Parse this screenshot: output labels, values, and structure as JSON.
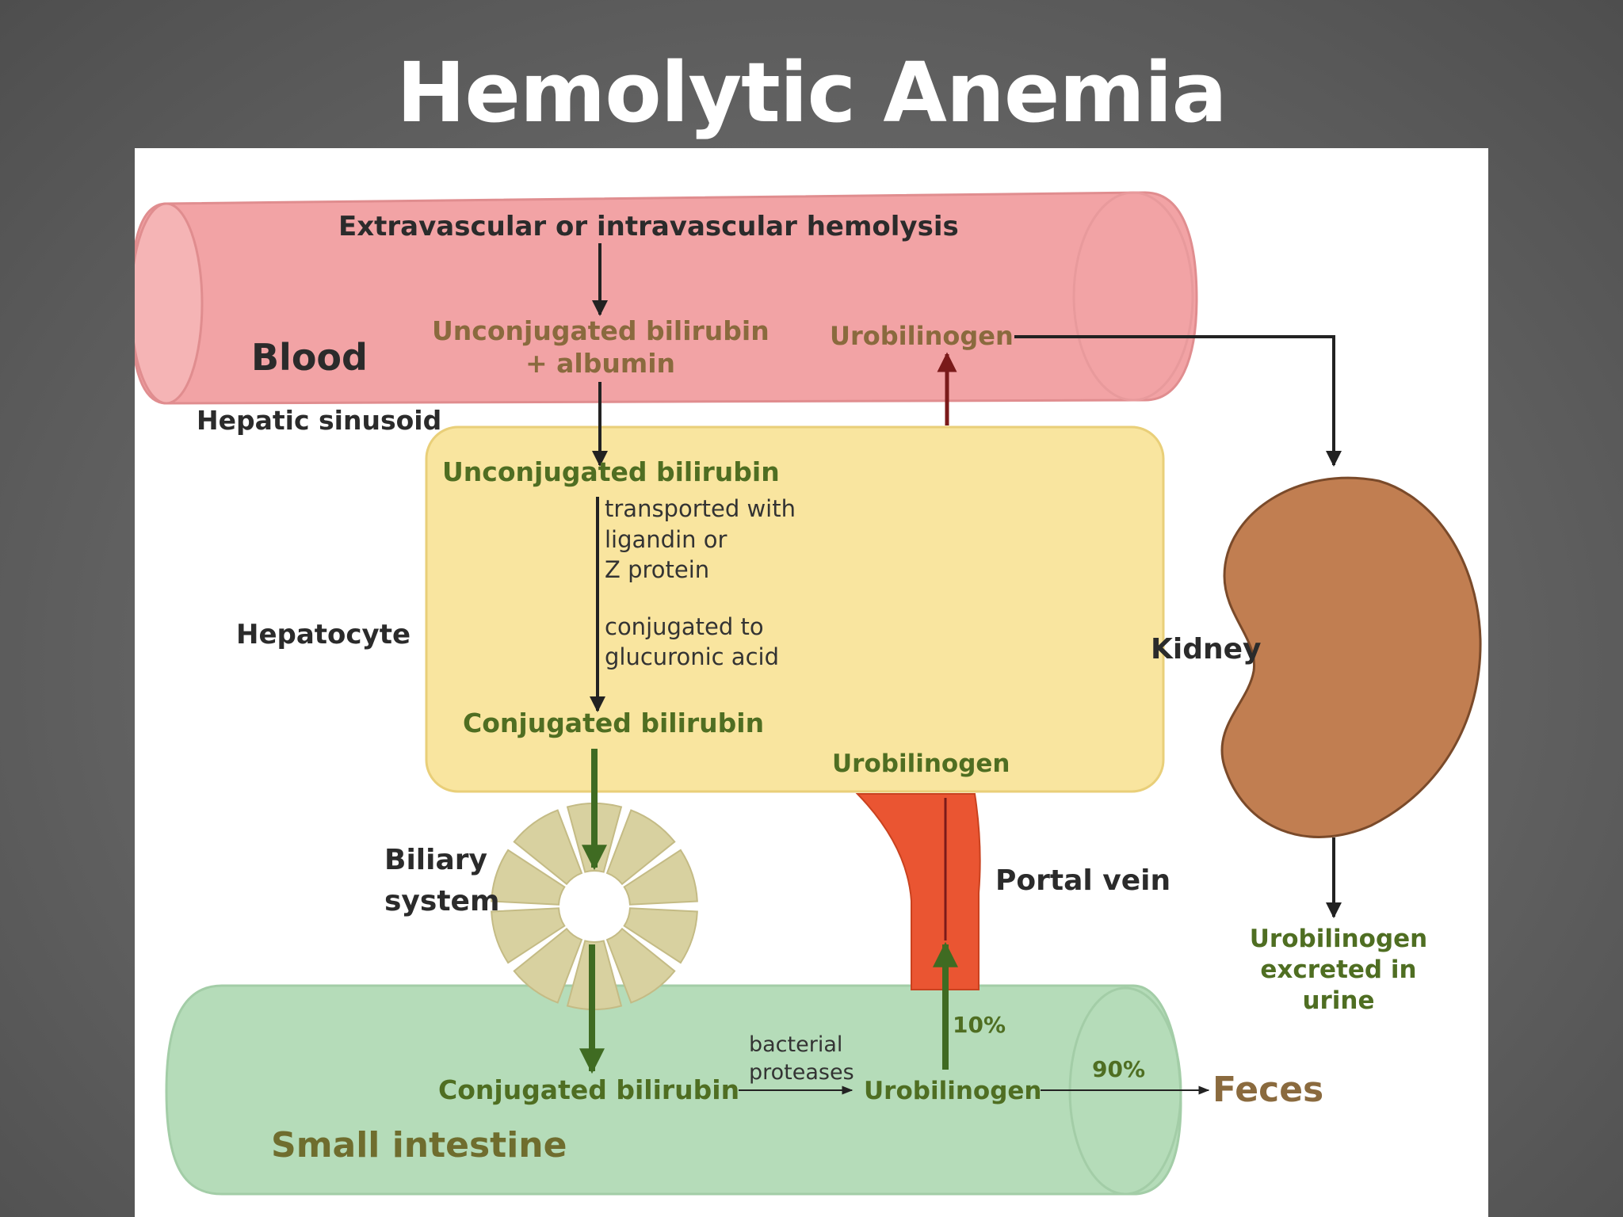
{
  "title": "Hemolytic Anemia",
  "labels": {
    "hemolysis": "Extravascular or intravascular hemolysis",
    "blood": "Blood",
    "blood_unconj_line1": "Unconjugated bilirubin",
    "blood_unconj_line2": "+ albumin",
    "blood_urobilinogen": "Urobilinogen",
    "hepatic_sinusoid": "Hepatic sinusoid",
    "hep_unconj": "Unconjugated bilirubin",
    "transport_line1": "transported with",
    "transport_line2": "ligandin or",
    "transport_line3": "Z protein",
    "conj_step_line1": "conjugated to",
    "conj_step_line2": "glucuronic acid",
    "hepatocyte": "Hepatocyte",
    "hep_conj": "Conjugated bilirubin",
    "hep_urobilinogen": "Urobilinogen",
    "kidney": "Kidney",
    "biliary_line1": "Biliary",
    "biliary_line2": "system",
    "portal_vein": "Portal vein",
    "urine_line1": "Urobilinogen",
    "urine_line2": "excreted in",
    "urine_line3": "urine",
    "pct_10": "10%",
    "bacterial_line1": "bacterial",
    "bacterial_line2": "proteases",
    "pct_90": "90%",
    "int_conj": "Conjugated bilirubin",
    "int_urobilinogen": "Urobilinogen",
    "feces": "Feces",
    "small_intestine": "Small intestine"
  },
  "colors": {
    "blood_vessel": "#f2a3a5",
    "hepatocyte": "#f9e59f",
    "intestine": "#b5dcb9",
    "kidney": "#c17e51",
    "portal_vein": "#ea5532",
    "biliary": "#d8d1a0",
    "green_arrow": "#3f6b22",
    "dark_red_arrow": "#7a1a1a"
  }
}
